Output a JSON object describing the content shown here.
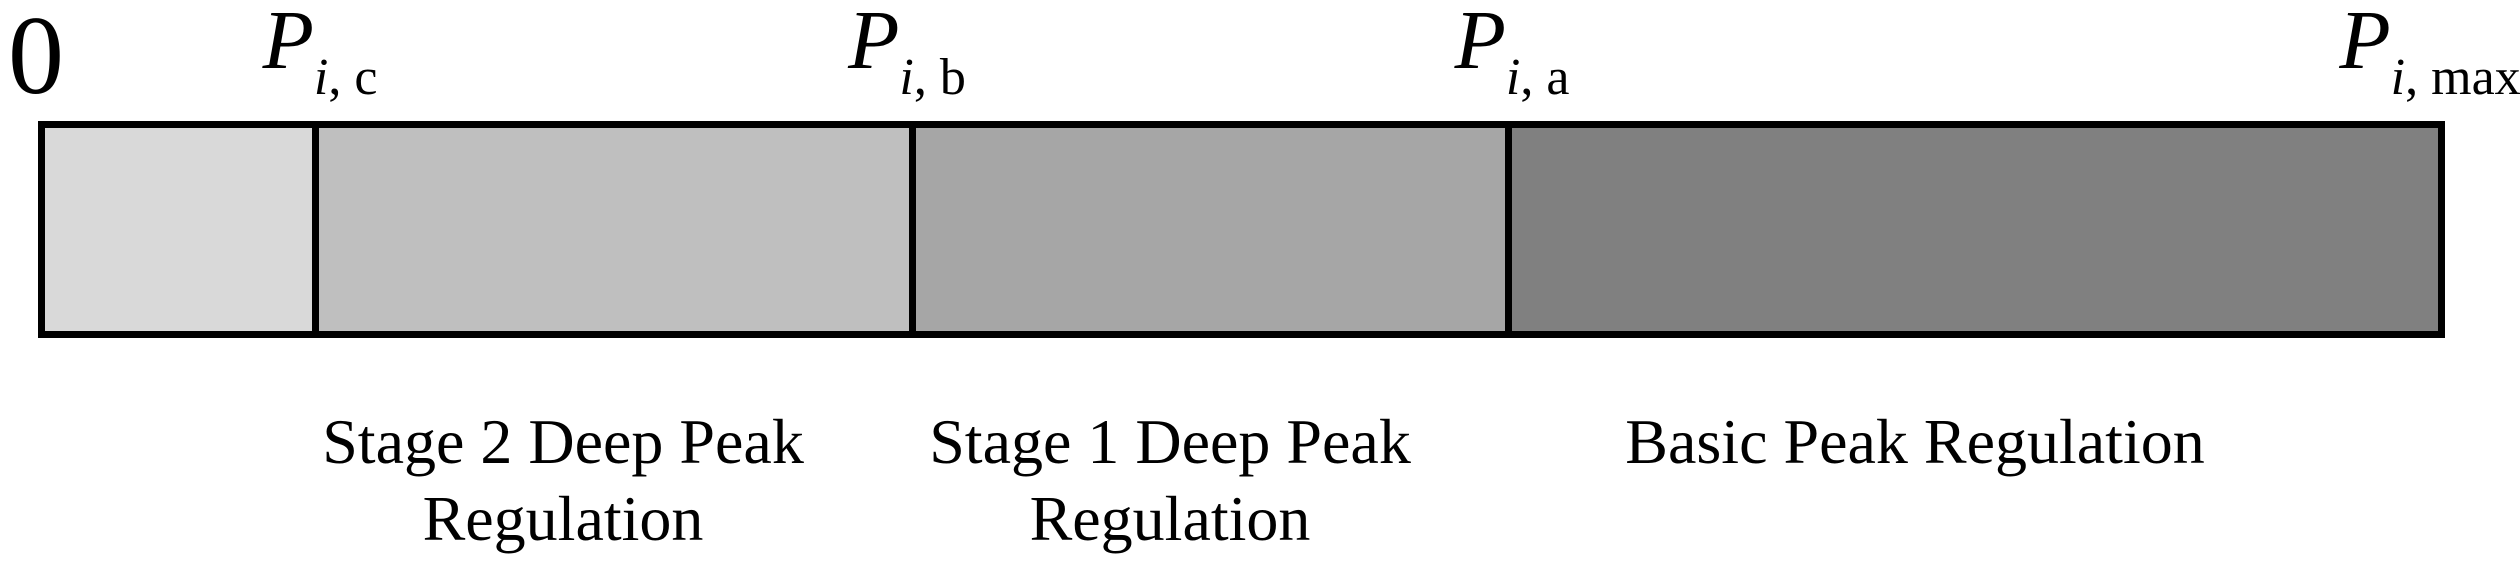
{
  "axis": {
    "origin": "0",
    "ticks": [
      {
        "base": "P",
        "sub_var": "i",
        "sub_text": ", c"
      },
      {
        "base": "P",
        "sub_var": "i",
        "sub_text": ", b"
      },
      {
        "base": "P",
        "sub_var": "i",
        "sub_text": ", a"
      },
      {
        "base": "P",
        "sub_var": "i",
        "sub_text": ", max"
      }
    ]
  },
  "segments": [
    {
      "color": "#d9d9d9",
      "caption_line1": "",
      "caption_line2": ""
    },
    {
      "color": "#bfbfbf",
      "caption_line1": "Stage 2 Deep Peak",
      "caption_line2": "Regulation"
    },
    {
      "color": "#a6a6a6",
      "caption_line1": "Stage 1 Deep Peak",
      "caption_line2": "Regulation"
    },
    {
      "color": "#808080",
      "caption_line1": "Basic Peak Regulation",
      "caption_line2": ""
    }
  ],
  "colors": {
    "border": "#000000",
    "background": "#ffffff"
  }
}
